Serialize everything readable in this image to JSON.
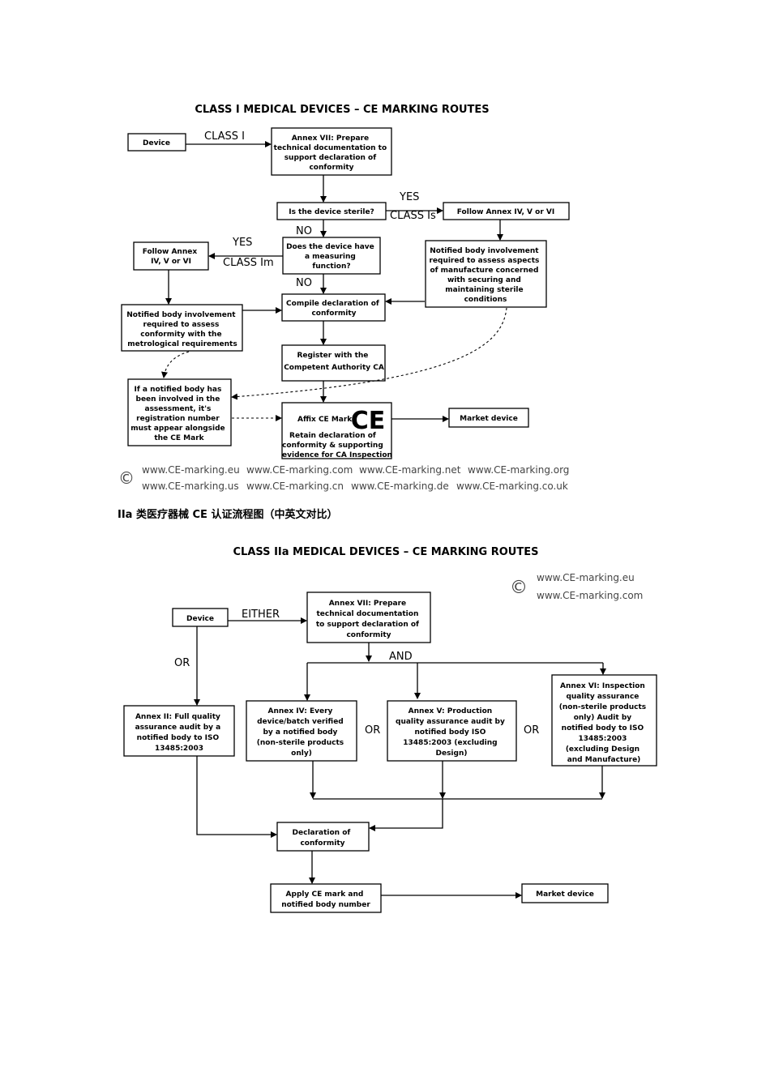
{
  "diagram1": {
    "title": "CLASS I MEDICAL DEVICES – CE MARKING ROUTES",
    "device": "Device",
    "class_i": "CLASS I",
    "annex7": [
      "Annex VII: Prepare",
      "technical documentation to",
      "support declaration of",
      "conformity"
    ],
    "sterile_q": "Is the device sterile?",
    "yes1": "YES",
    "class_is": "CLASS Is",
    "follow_annex_right": "Follow Annex IV, V or VI",
    "no1": "NO",
    "measuring_q": [
      "Does the device have",
      "a measuring",
      "function?"
    ],
    "yes2": "YES",
    "class_im": "CLASS Im",
    "follow_annex_left": [
      "Follow Annex",
      "IV, V or VI"
    ],
    "no2": "NO",
    "nb_sterile": [
      "Notified body involvement",
      "required to assess aspects",
      "of manufacture concerned",
      "with securing and",
      "maintaining sterile",
      "conditions"
    ],
    "nb_metro": [
      "Notified body involvement",
      "required to assess",
      "conformity with the",
      "metrological requirements"
    ],
    "compile": [
      "Compile declaration of",
      "conformity"
    ],
    "register": [
      "Register with the",
      "Competent Authority CA"
    ],
    "nb_note": [
      "If a notified body has",
      "been involved in the",
      "assessment, it's",
      "registration number",
      "must appear alongside",
      "the CE Mark"
    ],
    "affix": "Affix CE Mark",
    "ce_mark": "CE",
    "retain": [
      "Retain declaration of",
      "conformity & supporting",
      "evidence for CA Inspection"
    ],
    "market": "Market device",
    "copyright": "©",
    "websites_row1": [
      "www.CE-marking.eu",
      "www.CE-marking.com",
      "www.CE-marking.net",
      "www.CE-marking.org"
    ],
    "websites_row2": [
      "www.CE-marking.us",
      "www.CE-marking.cn",
      "www.CE-marking.de",
      "www.CE-marking.co.uk"
    ]
  },
  "caption": "IIa 类医疗器械 CE 认证流程图（中英文对比）",
  "diagram2": {
    "title": "CLASS IIa MEDICAL DEVICES – CE MARKING ROUTES",
    "copyright": "©",
    "websites": [
      "www.CE-marking.eu",
      "www.CE-marking.com"
    ],
    "device": "Device",
    "either": "EITHER",
    "or_left": "OR",
    "and": "AND",
    "annex7": [
      "Annex VII: Prepare",
      "technical documentation",
      "to support declaration of",
      "conformity"
    ],
    "annex2": [
      "Annex II: Full quality",
      "assurance audit by a",
      "notified body to ISO",
      "13485:2003"
    ],
    "annex4": [
      "Annex IV: Every",
      "device/batch verified",
      "by a notified body",
      "(non-sterile products",
      "only)"
    ],
    "or_mid1": "OR",
    "annex5": [
      "Annex V: Production",
      "quality assurance audit by",
      "notified body ISO",
      "13485:2003 (excluding",
      "Design)"
    ],
    "or_mid2": "OR",
    "annex6": [
      "Annex VI: Inspection",
      "quality assurance",
      "(non-sterile products",
      "only) Audit by",
      "notified body to ISO",
      "13485:2003",
      "(excluding Design",
      "and Manufacture)"
    ],
    "declaration": [
      "Declaration of",
      "conformity"
    ],
    "apply": [
      "Apply CE mark and",
      "notified body number"
    ],
    "market": "Market device"
  }
}
